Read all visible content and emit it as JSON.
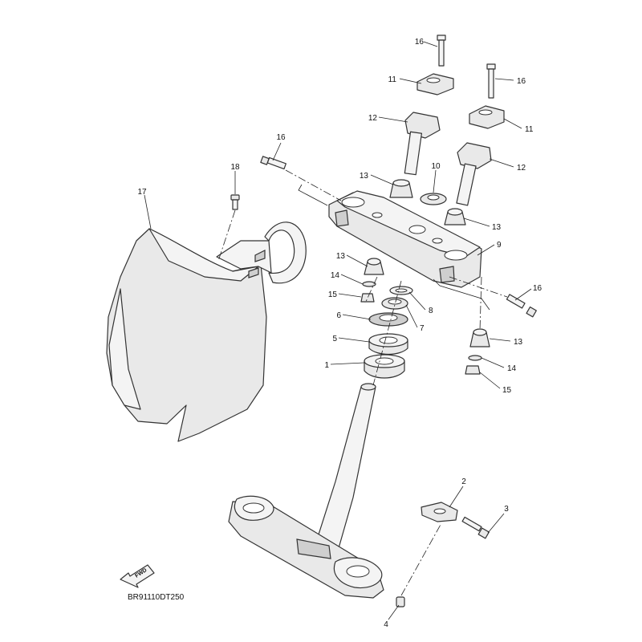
{
  "diagram": {
    "reference_code": "BR91110DT250",
    "fwd_label": "FWD",
    "callouts": [
      {
        "id": "c16a",
        "label": "16"
      },
      {
        "id": "c11a",
        "label": "11"
      },
      {
        "id": "c12a",
        "label": "12"
      },
      {
        "id": "c16b",
        "label": "16"
      },
      {
        "id": "c11b",
        "label": "11"
      },
      {
        "id": "c12b",
        "label": "12"
      },
      {
        "id": "c16c",
        "label": "16"
      },
      {
        "id": "c18",
        "label": "18"
      },
      {
        "id": "c17",
        "label": "17"
      },
      {
        "id": "c13a",
        "label": "13"
      },
      {
        "id": "c10",
        "label": "10"
      },
      {
        "id": "c13b",
        "label": "13"
      },
      {
        "id": "c9",
        "label": "9"
      },
      {
        "id": "c13c",
        "label": "13"
      },
      {
        "id": "c14a",
        "label": "14"
      },
      {
        "id": "c15a",
        "label": "15"
      },
      {
        "id": "c16d",
        "label": "16"
      },
      {
        "id": "c8",
        "label": "8"
      },
      {
        "id": "c6",
        "label": "6"
      },
      {
        "id": "c7",
        "label": "7"
      },
      {
        "id": "c5",
        "label": "5"
      },
      {
        "id": "c13d",
        "label": "13"
      },
      {
        "id": "c1",
        "label": "1"
      },
      {
        "id": "c14b",
        "label": "14"
      },
      {
        "id": "c15b",
        "label": "15"
      },
      {
        "id": "c2",
        "label": "2"
      },
      {
        "id": "c3",
        "label": "3"
      },
      {
        "id": "c4",
        "label": "4"
      }
    ]
  }
}
